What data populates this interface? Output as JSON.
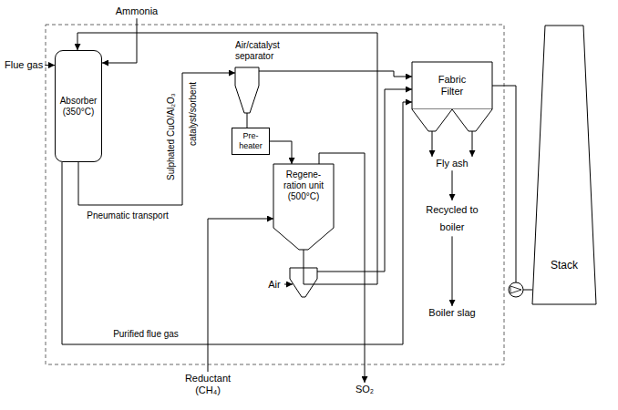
{
  "diagram": {
    "nodes": [
      {
        "text": [
          "Ammonia"
        ]
      },
      {
        "text": [
          "Flue gas"
        ]
      },
      {
        "text": [
          "Absorber (350°C)"
        ]
      },
      {
        "text": [
          "Air/catalyst separator"
        ]
      },
      {
        "text": [
          "Pre- heater"
        ]
      },
      {
        "text": [
          "Regene- ration unit (500°C)"
        ]
      },
      {
        "text": [
          "Fabric Filter"
        ]
      },
      {
        "text": [
          "Fly ash"
        ]
      },
      {
        "text": [
          "Recycled to boiler"
        ]
      },
      {
        "text": [
          "Boiler slag"
        ]
      },
      {
        "text": [
          "Stack"
        ]
      },
      {
        "text": [
          "Reductant (CH₄)"
        ]
      },
      {
        "text": [
          "SO₂"
        ]
      }
    ],
    "edges": [
      {
        "from": 0,
        "to": 2,
        "arrow": "to"
      },
      {
        "from": 1,
        "to": 2,
        "arrow": "to"
      },
      {
        "from": 2,
        "to": 3,
        "label": "Pneumatic transport",
        "arrow": "to"
      },
      {
        "from": 3,
        "to": 4,
        "arrow": "none"
      },
      {
        "from": 4,
        "to": 5,
        "arrow": "to"
      },
      {
        "from": 5,
        "to": 12,
        "arrow": "to"
      },
      {
        "from": 11,
        "to": 5,
        "arrow": "to"
      },
      {
        "from": 3,
        "to": 6,
        "arrow": "to"
      },
      {
        "from": 2,
        "to": 6,
        "label": "Purified flue gas",
        "arrow": "to"
      },
      {
        "from": 5,
        "to": 2,
        "arrow": "to"
      },
      {
        "from": 6,
        "to": 7,
        "arrow": "to"
      },
      {
        "from": 6,
        "to": 7,
        "arrow": "to"
      },
      {
        "from": 7,
        "to": 8,
        "arrow": "to"
      },
      {
        "from": 8,
        "to": 9,
        "arrow": "to"
      },
      {
        "from": 6,
        "to": 10,
        "arrow": "none"
      }
    ],
    "labels": [
      "Sulphated CuO/Al₂O₃",
      "catalyst/sorbent",
      "Air"
    ]
  }
}
